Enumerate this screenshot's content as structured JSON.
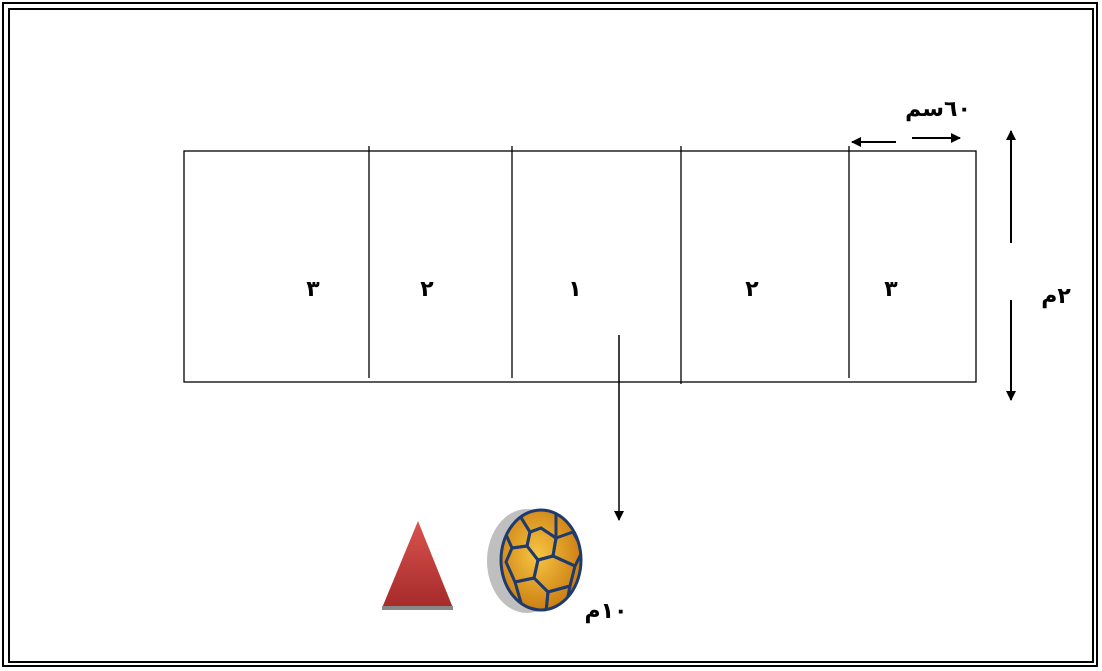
{
  "zones": [
    "٣",
    "٢",
    "١",
    "٢",
    "٣"
  ],
  "labels": {
    "width_label": "٦٠سم",
    "height_label": "٢م",
    "distance_label": "١٠م"
  },
  "colors": {
    "line": "#000000",
    "cone": "#c0392b",
    "ball_primary": "#e8a317",
    "ball_seams": "#1f3b6e",
    "ball_shadow": "#bfbfbf"
  },
  "icons": {
    "cone": "cone-icon",
    "ball": "ball-icon"
  }
}
